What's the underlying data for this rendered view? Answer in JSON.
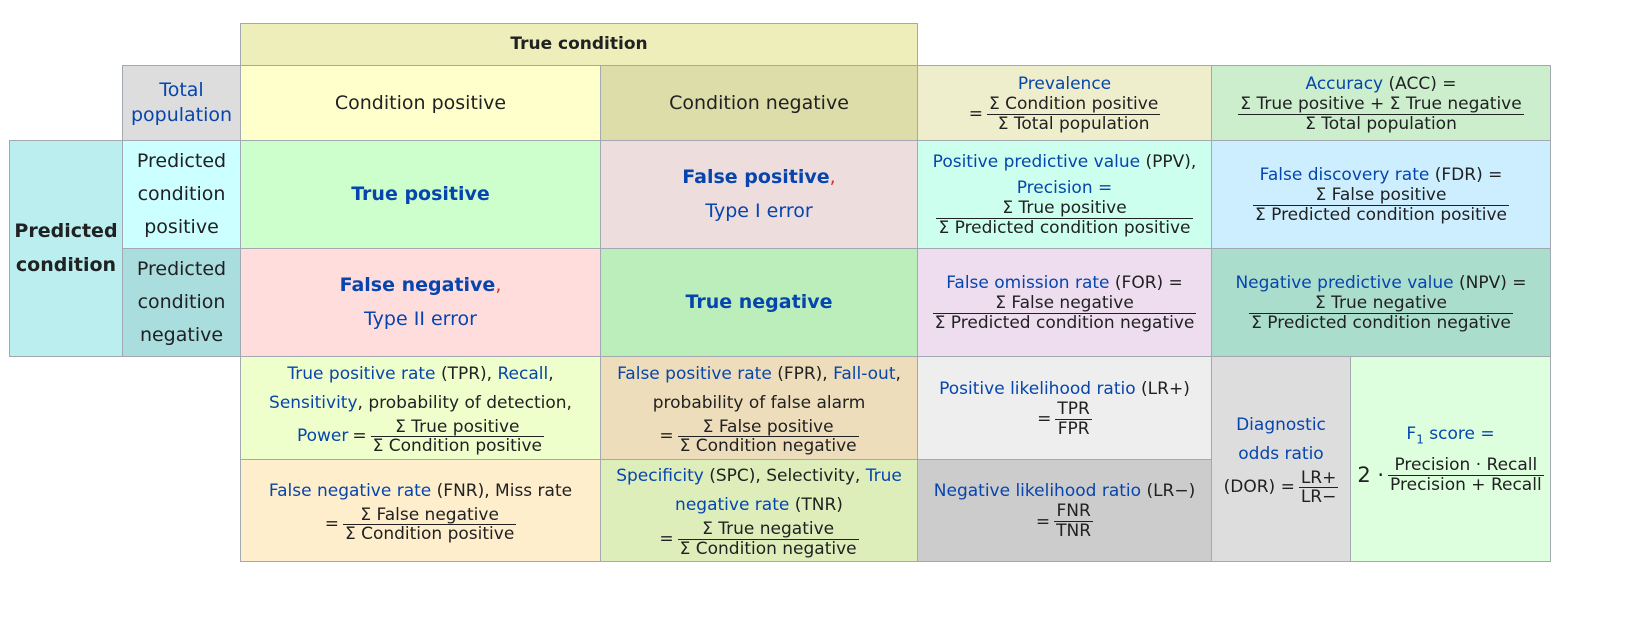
{
  "header": {
    "true_condition": "True condition",
    "total_population": "Total population",
    "condition_positive": "Condition positive",
    "condition_negative": "Condition negative",
    "predicted_condition": "Predicted condition",
    "predicted_positive": "Predicted condition positive",
    "predicted_negative": "Predicted condition negative"
  },
  "matrix": {
    "tp": "True positive",
    "fp": "False positive",
    "fp_sub": "Type I error",
    "fn": "False negative",
    "fn_sub": "Type II error",
    "tn": "True negative",
    "comma": ","
  },
  "prevalence": {
    "label": "Prevalence",
    "eq": "=",
    "num": "Σ Condition positive",
    "den": "Σ Total population"
  },
  "accuracy": {
    "label": "Accuracy",
    "abbr": "(ACC) =",
    "num": "Σ True positive + Σ True negative",
    "den": "Σ Total population"
  },
  "ppv": {
    "label": "Positive predictive value",
    "abbr": "(PPV),",
    "label2": "Precision =",
    "num": "Σ True positive",
    "den": "Σ Predicted condition positive"
  },
  "fdr": {
    "label": "False discovery rate",
    "abbr": "(FDR) =",
    "num": "Σ False positive",
    "den": "Σ Predicted condition positive"
  },
  "for": {
    "label": "False omission rate",
    "abbr": "(FOR) =",
    "num": "Σ False negative",
    "den": "Σ Predicted condition negative"
  },
  "npv": {
    "label": "Negative predictive value",
    "abbr": "(NPV) =",
    "num": "Σ True negative",
    "den": "Σ Predicted condition negative"
  },
  "tpr": {
    "label": "True positive rate",
    "abbr": "(TPR),",
    "recall": "Recall",
    "comma": ",",
    "sensitivity": "Sensitivity",
    "rest": ", probability of detection,",
    "power": "Power",
    "eq": "=",
    "num": "Σ True positive",
    "den": "Σ Condition positive"
  },
  "fpr": {
    "label": "False positive rate",
    "abbr": "(FPR),",
    "fallout": "Fall-out",
    "comma": ",",
    "rest": "probability of false alarm",
    "eq": "=",
    "num": "Σ False positive",
    "den": "Σ Condition negative"
  },
  "fnr": {
    "label": "False negative rate",
    "abbr": "(FNR), Miss rate",
    "eq": "=",
    "num": "Σ False negative",
    "den": "Σ Condition positive"
  },
  "tnr": {
    "label": "Specificity",
    "abbr": "(SPC), Selectivity,",
    "true_label": "True",
    "neg_label": "negative rate",
    "abbr2": "(TNR)",
    "eq": "=",
    "num": "Σ True negative",
    "den": "Σ Condition negative"
  },
  "lrp": {
    "label": "Positive likelihood ratio",
    "abbr": "(LR+)",
    "eq": "=",
    "num": "TPR",
    "den": "FPR"
  },
  "lrn": {
    "label": "Negative likelihood ratio",
    "abbr": "(LR−)",
    "eq": "=",
    "num": "FNR",
    "den": "TNR"
  },
  "dor": {
    "label1": "Diagnostic",
    "label2": "odds ratio",
    "abbr": "(DOR) =",
    "num": "LR+",
    "den": "LR−"
  },
  "f1": {
    "label": "F",
    "sub": "1",
    "label2": " score =",
    "prefix": "2 ·",
    "num": "Precision · Recall",
    "den": "Precision + Recall"
  },
  "colors": {
    "link": "#0645ad",
    "border": "#a2a9b1",
    "true_condition": "#eeeebb",
    "total_population": "#dddddd",
    "cond_pos": "#ffffcc",
    "cond_neg": "#dddda9",
    "pred_condition": "#bbeeee",
    "pred_pos": "#ccffff",
    "pred_neg": "#aadddd",
    "tp": "#ccffcc",
    "fp": "#eedddd",
    "fn": "#ffdddd",
    "tn": "#bbeebb",
    "prevalence": "#eeeecc",
    "accuracy": "#cceecc",
    "ppv": "#ccffee",
    "fdr": "#cceeff",
    "for": "#eeddee",
    "npv": "#aaddcc",
    "tpr": "#eeffcc",
    "fpr": "#eeddbb",
    "fnr": "#ffeecc",
    "tnr": "#ddeebb",
    "lrp": "#eeeeee",
    "lrn": "#cccccc",
    "dor": "#dddddd",
    "f1": "#ddffdd"
  }
}
